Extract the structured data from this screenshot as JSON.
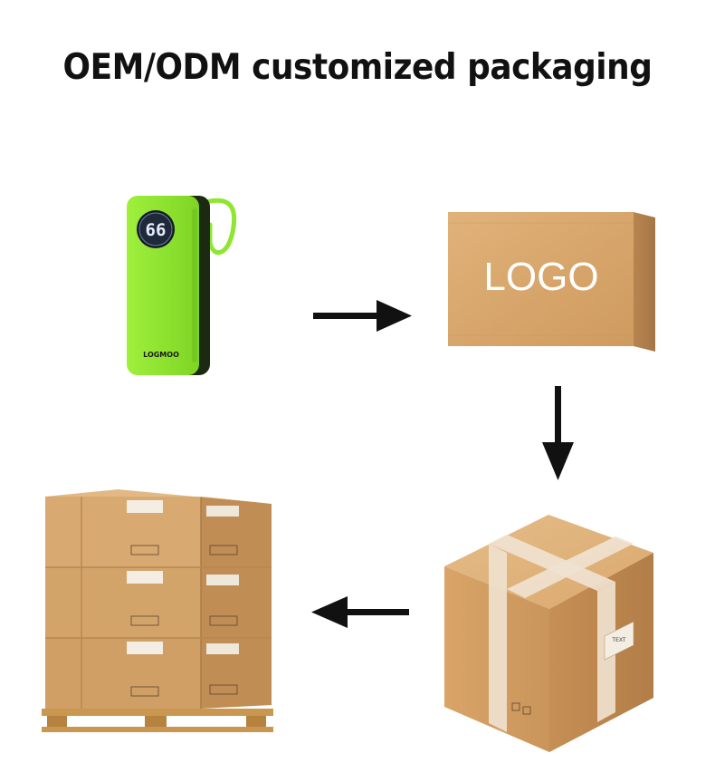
{
  "title": "OEM/ODM customized packaging",
  "power_bank": {
    "display_value": "66",
    "brand": "LOGMOO"
  },
  "flat_box": {
    "logo_text": "LOGO"
  },
  "sealed_box": {
    "label_text": "TEXT"
  },
  "colors": {
    "power_bank_green": "#8ee62e",
    "cardboard": "#d6a46a",
    "tape": "#efe2d0",
    "arrow": "#111111"
  },
  "icons": [
    "power-bank-icon",
    "arrow-right-icon",
    "arrow-down-icon",
    "arrow-left-icon",
    "flat-box-icon",
    "sealed-box-icon",
    "pallet-icon"
  ]
}
